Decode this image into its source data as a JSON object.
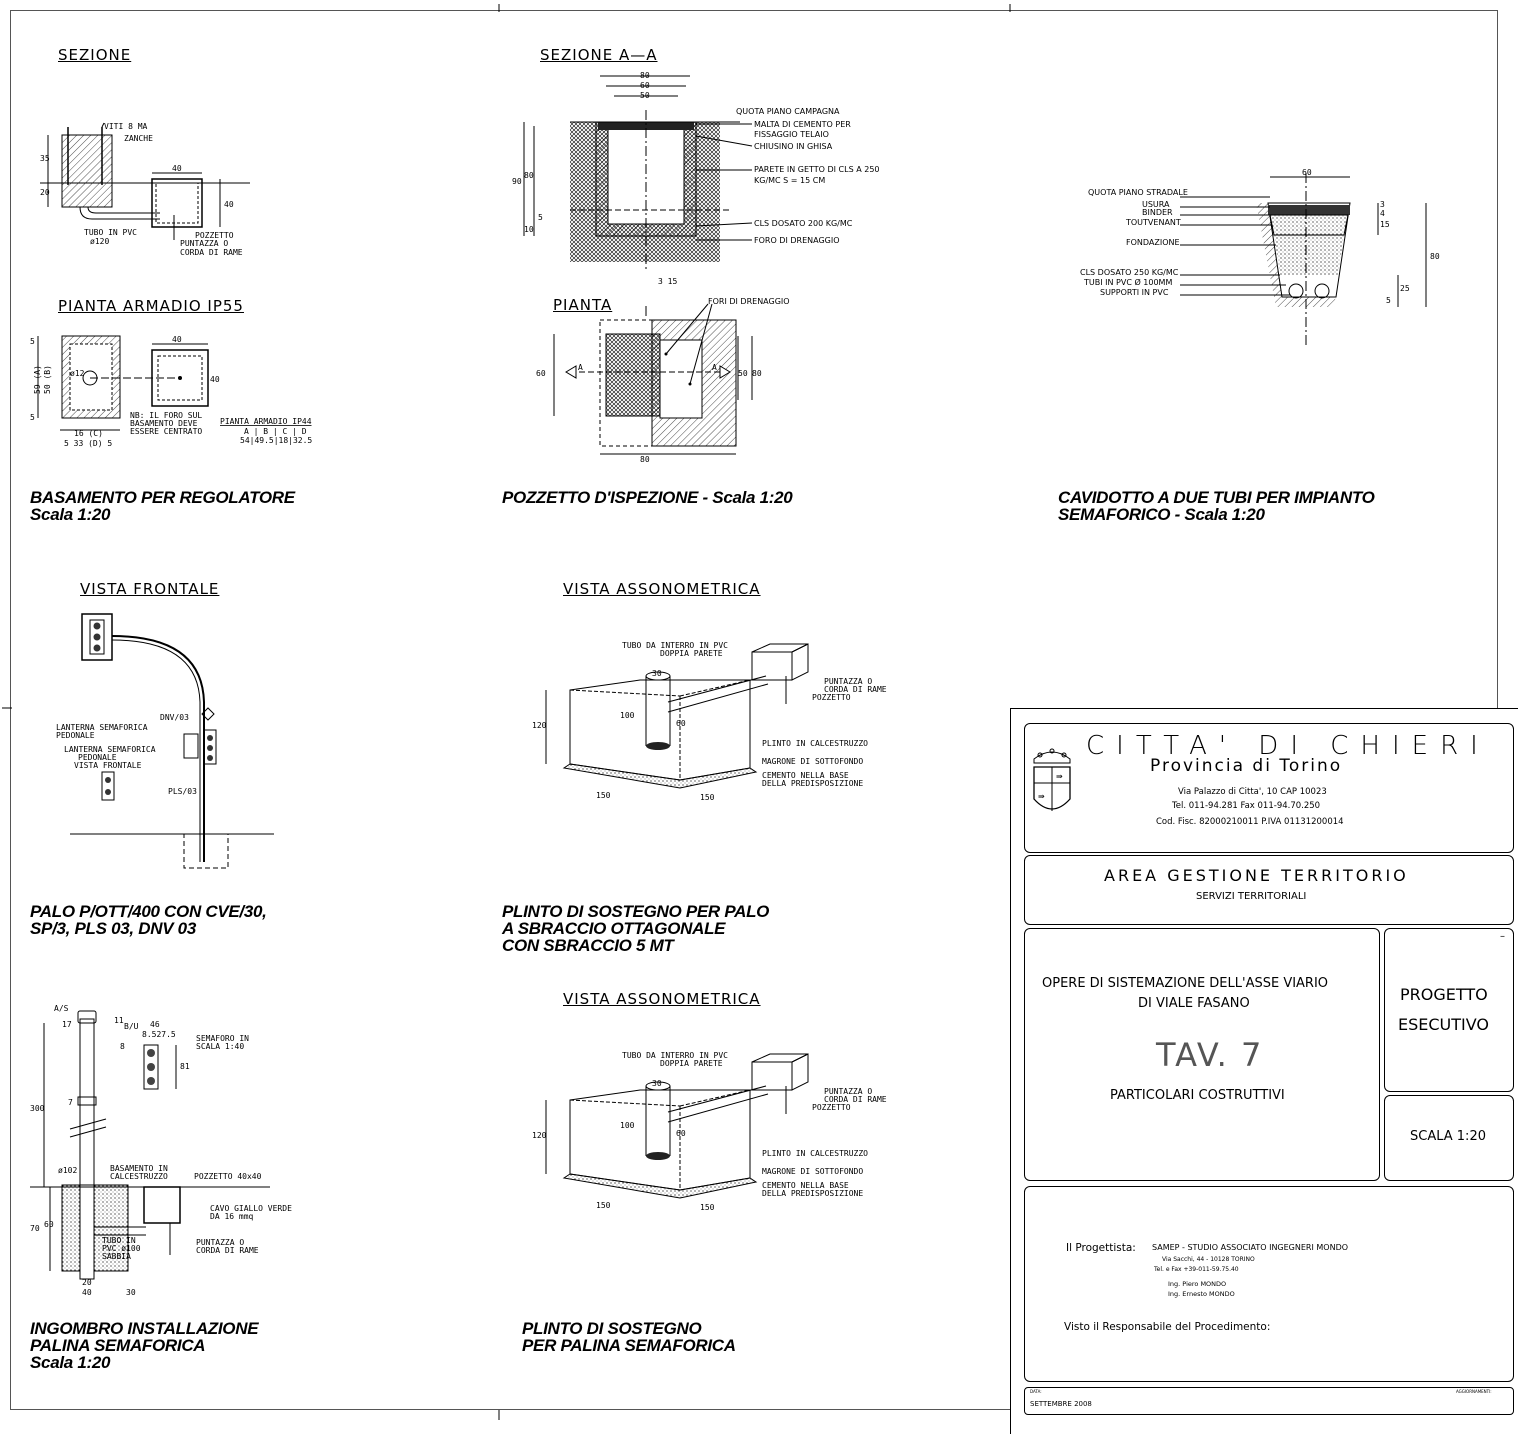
{
  "drawings": {
    "basamento": {
      "section_title": "SEZIONE",
      "section_labels": {
        "screws": "VITI 8 MA",
        "anchors": "ZANCHE",
        "tube": "TUBO IN PVC",
        "tube_d": "ø120",
        "well": "POZZETTO",
        "earth": "PUNTAZZA O",
        "earth2": "CORDA DI RAME",
        "d35": "35",
        "d20": "20",
        "d40": "40",
        "d40b": "40"
      },
      "plan_title": "PIANTA ARMADIO IP55",
      "plan_labels": {
        "note1": "NB: IL FORO SUL",
        "note2": "BASAMENTO DEVE",
        "note3": "ESSERE CENTRATO",
        "ip44": "PIANTA ARMADIO IP44",
        "dims_row1": "A | B | C | D",
        "dims_row2": "54|49.5|18|32.5",
        "d16": "16 (C)",
        "d533": "5 33 (D) 5",
        "d40": "40",
        "d40b": "40",
        "dvert": "59 (A)",
        "dvert2": "50 (B)",
        "d5a": "5",
        "d5b": "5",
        "hole": "ø12"
      },
      "caption": "BASAMENTO PER REGOLATORE\nScala 1:20"
    },
    "pozzetto": {
      "section_title": "SEZIONE A—A",
      "section_labels": {
        "d80": "80",
        "d60": "60",
        "d50": "50",
        "d90": "90",
        "d80v": "80",
        "d10": "10",
        "d5": "5",
        "d315": "3 15",
        "l1": "QUOTA PIANO CAMPAGNA",
        "l2": "MALTA DI CEMENTO PER",
        "l3": "FISSAGGIO TELAIO",
        "l4": "CHIUSINO IN GHISA",
        "l5": "PARETE IN GETTO DI CLS A 250",
        "l6": "KG/MC S = 15 CM",
        "l7": "CLS DOSATO 200 KG/MC",
        "l8": "FORO DI DRENAGGIO"
      },
      "plan_title": "PIANTA",
      "plan_labels": {
        "drain": "FORI DI DRENAGGIO",
        "d60": "60",
        "d50": "50",
        "d80v": "80",
        "d80": "80",
        "a1": "A",
        "a2": "A"
      },
      "caption": "POZZETTO D'ISPEZIONE - Scala 1:20"
    },
    "cavidotto": {
      "labels": {
        "d60": "60",
        "q1": "QUOTA PIANO STRADALE",
        "q2": "USURA",
        "q3": "BINDER",
        "q4": "TOUTVENANT",
        "q5": "FONDAZIONE",
        "q6": "CLS DOSATO 250 KG/MC",
        "q7": "TUBI IN PVC Ø 100MM",
        "q8": "SUPPORTI IN PVC",
        "d3": "3",
        "d4": "4",
        "d15": "15",
        "d80": "80",
        "d25": "25",
        "d5": "5"
      },
      "caption": "CAVIDOTTO A DUE TUBI PER IMPIANTO\nSEMAFORICO - Scala 1:20"
    },
    "palo": {
      "title": "VISTA FRONTALE",
      "labels": {
        "dnv": "DNV/03",
        "lan1": "LANTERNA SEMAFORICA",
        "lan2": "PEDONALE",
        "lan3": "LANTERNA SEMAFORICA",
        "lan4": "PEDONALE",
        "lan5": "VISTA FRONTALE",
        "pls": "PLS/03"
      },
      "caption": "PALO P/OTT/400 CON CVE/30,\nSP/3, PLS 03, DNV 03"
    },
    "plinto1": {
      "title": "VISTA ASSONOMETRICA",
      "labels": {
        "tube1": "TUBO DA INTERRO IN PVC",
        "tube2": "DOPPIA PARETE",
        "earth1": "PUNTAZZA O",
        "earth2": "CORDA DI RAME",
        "well": "POZZETTO",
        "p1": "PLINTO IN CALCESTRUZZO",
        "p2": "MAGRONE DI SOTTOFONDO",
        "p3": "CEMENTO NELLA BASE",
        "p4": "DELLA PREDISPOSIZIONE",
        "d30": "30",
        "d100": "100",
        "d60": "60",
        "d120": "120",
        "d150a": "150",
        "d150b": "150"
      },
      "caption": "PLINTO DI SOSTEGNO PER PALO\nA SBRACCIO OTTAGONALE\nCON SBRACCIO 5 MT"
    },
    "palina": {
      "labels": {
        "as": "A/S",
        "bu": "B/U",
        "d17": "17",
        "d11": "11",
        "d46": "46",
        "d8527": "8.527.5",
        "d8": "8",
        "sem1": "SEMAFORO IN",
        "sem2": "SCALA 1:40",
        "d81": "81",
        "d300": "300",
        "d7": "7",
        "d102": "ø102",
        "bas1": "BASAMENTO IN",
        "bas2": "CALCESTRUZZO",
        "pozz": "POZZETTO 40x40",
        "cavo1": "CAVO GIALLO VERDE",
        "cavo2": "DA 16 mmq",
        "tubo1": "TUBO IN",
        "tubo2": "PVC ø100",
        "sabbia": "SABBIA",
        "punt1": "PUNTAZZA O",
        "punt2": "CORDA DI RAME",
        "d70": "70",
        "d60": "60",
        "d20": "20",
        "d40": "40",
        "d30": "30"
      },
      "caption": "INGOMBRO INSTALLAZIONE\nPALINA SEMAFORICA\nScala 1:20"
    },
    "plinto2": {
      "title": "VISTA ASSONOMETRICA",
      "labels": {
        "tube1": "TUBO DA INTERRO IN PVC",
        "tube2": "DOPPIA PARETE",
        "earth1": "PUNTAZZA O",
        "earth2": "CORDA DI RAME",
        "well": "POZZETTO",
        "p1": "PLINTO IN CALCESTRUZZO",
        "p2": "MAGRONE DI SOTTOFONDO",
        "p3": "CEMENTO NELLA BASE",
        "p4": "DELLA PREDISPOSIZIONE",
        "d30": "30",
        "d100": "100",
        "d60": "60",
        "d120": "120",
        "d150a": "150",
        "d150b": "150"
      },
      "caption": "PLINTO DI SOSTEGNO\nPER PALINA SEMAFORICA"
    }
  },
  "titleblock": {
    "city": "CITTA' DI CHIERI",
    "province": "Provincia di Torino",
    "addr1": "Via Palazzo di Citta', 10  CAP 10023",
    "addr2": "Tel. 011-94.281  Fax 011-94.70.250",
    "addr3": "Cod. Fisc. 82000210011 P.IVA 01131200014",
    "area": "AREA GESTIONE TERRITORIO",
    "services": "SERVIZI TERRITORIALI",
    "project1": "OPERE DI SISTEMAZIONE DELL'ASSE VIARIO",
    "project2": "DI VIALE FASANO",
    "tav": "TAV. 7",
    "subject": "PARTICOLARI COSTRUTTIVI",
    "phase1": "PROGETTO",
    "phase2": "ESECUTIVO",
    "scale": "SCALA 1:20",
    "designer_label": "Il Progettista:",
    "designer": "SAMEP - STUDIO ASSOCIATO INGEGNERI MONDO",
    "designer_addr": "Via Sacchi, 44 - 10128 TORINO",
    "designer_tel": "Tel. e Fax +39-011-59.75.40",
    "eng1": "Ing. Piero MONDO",
    "eng2": "Ing. Ernesto MONDO",
    "visto": "Visto il Responsabile del Procedimento:",
    "date_label": "DATA:",
    "date": "SETTEMBRE 2008",
    "update_label": "AGGIORNAMENTI:",
    "dash": "–"
  }
}
